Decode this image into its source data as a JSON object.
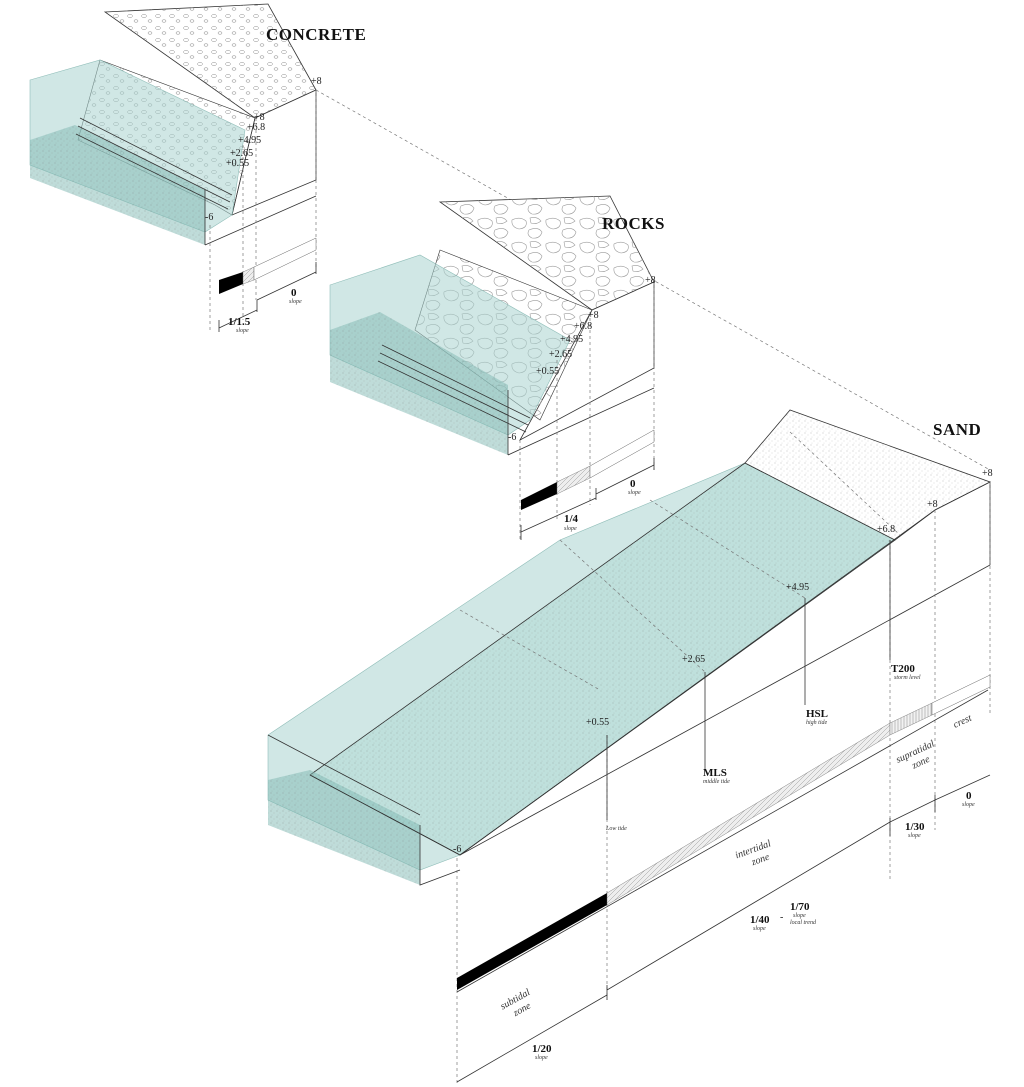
{
  "sections": {
    "concrete": {
      "title": "CONCRETE",
      "levels": [
        "+8",
        "+8",
        "+6.8",
        "+4.95",
        "+2.65",
        "+0.55",
        "-6"
      ],
      "slopes": [
        {
          "value": "1/1.5",
          "unit": "slope"
        },
        {
          "value": "0",
          "unit": "slope"
        }
      ]
    },
    "rocks": {
      "title": "ROCKS",
      "levels": [
        "+8",
        "+8",
        "+6.8",
        "+4.95",
        "+2.65",
        "+0.55",
        "-6"
      ],
      "slopes": [
        {
          "value": "1/4",
          "unit": "slope"
        },
        {
          "value": "0",
          "unit": "slope"
        }
      ]
    },
    "sand": {
      "title": "SAND",
      "levels": [
        "+8",
        "+8",
        "+6.8",
        "+4.95",
        "+2.65",
        "+0.55",
        "-6"
      ],
      "markers": [
        {
          "code": "T200",
          "desc": "storm level"
        },
        {
          "code": "HSL",
          "desc": "high tide"
        },
        {
          "code": "MLS",
          "desc": "middle tide"
        },
        {
          "code": "",
          "desc": "Low tide"
        }
      ],
      "zones": [
        {
          "line1": "subtidal",
          "line2": "zone"
        },
        {
          "line1": "intertidal",
          "line2": "zone"
        },
        {
          "line1": "supratidal",
          "line2": "zone"
        },
        {
          "line1": "crest",
          "line2": ""
        }
      ],
      "slopes": [
        {
          "value": "1/20",
          "unit": "slope"
        },
        {
          "value": "1/40",
          "unit": "slope"
        },
        {
          "value": "1/70",
          "unit": "slope",
          "note": "local trend"
        },
        {
          "value": "1/30",
          "unit": "slope"
        },
        {
          "value": "0",
          "unit": "slope"
        }
      ],
      "separator": "-"
    }
  },
  "colors": {
    "water": "#a9d3cf",
    "ink": "#222222"
  }
}
